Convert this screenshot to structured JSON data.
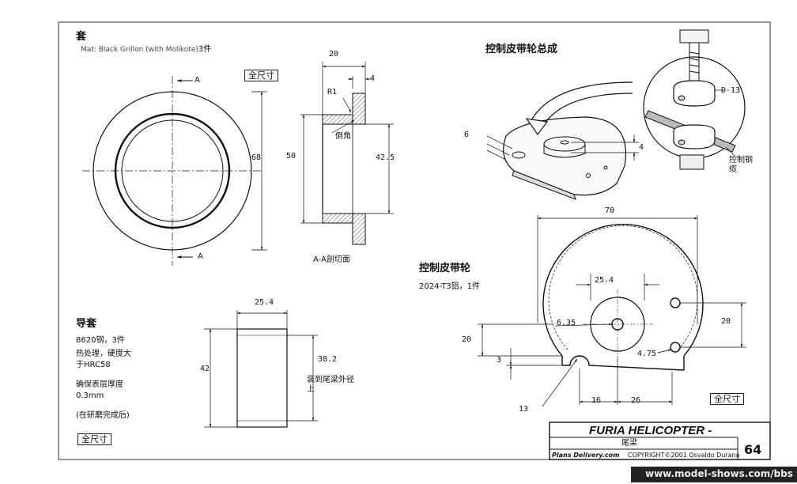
{
  "sleeve": {
    "title": "套",
    "material": "Mat: Black Grillon (with Molikote)",
    "qty": "3件",
    "scale_label": "全尺寸",
    "section_mark": "A",
    "section_label": "A-A剖切面",
    "dims": {
      "od": "68",
      "id": "50",
      "flange_w": "20",
      "flange_t": "4",
      "bore": "42.5",
      "radius": "R1",
      "chamfer": "倒角"
    }
  },
  "bushing": {
    "title": "导套",
    "lines": [
      "8620钢，3件",
      "热处理，硬度大",
      "于HRC58",
      "确保表层厚度",
      "0.3mm",
      "(在研磨完成后)"
    ],
    "scale_label": "全尺寸",
    "dims": {
      "width": "25.4",
      "od": "42",
      "id": "38.2",
      "note_line1": "装到尾梁外径",
      "note_line2": "上"
    }
  },
  "assembly": {
    "title": "控制皮带轮总成",
    "dims": {
      "left": "6",
      "right": "4"
    },
    "callouts": {
      "part": "D-13",
      "cable_line1": "控制钢",
      "cable_line2": "缆"
    }
  },
  "pulley": {
    "title": "控制皮带轮",
    "material": "2024-T3铝，1件",
    "scale_label": "全尺寸",
    "dims": {
      "width": "70",
      "hub": "25.4",
      "bore": "6.35",
      "holes": "4.75",
      "left_h": "20",
      "right_h": "20",
      "slot": "3",
      "slot_r": "13",
      "bot_left": "16",
      "bot_right": "26"
    }
  },
  "title_block": {
    "project": "FURIA HELICOPTER -",
    "part": "尾梁",
    "publisher": "Plans Delivery.com",
    "copyright": "COPYRIGHT©2001 Osvaldo Durana",
    "page": "64"
  },
  "watermark": "www.model-shows.com/bbs"
}
